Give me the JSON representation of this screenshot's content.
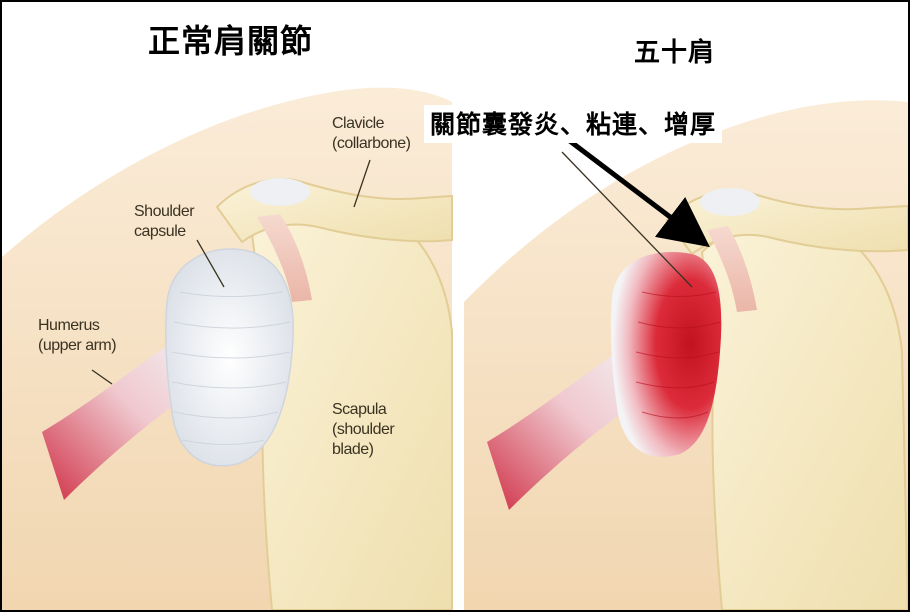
{
  "titles": {
    "normal_shoulder": "正常肩關節",
    "frozen_shoulder": "五十肩",
    "capsule_pathology": "關節囊發炎、粘連、增厚"
  },
  "labels": {
    "clavicle": [
      "Clavicle",
      "(collarbone)"
    ],
    "shoulder_capsule": [
      "Shoulder",
      "capsule"
    ],
    "humerus": [
      "Humerus",
      "(upper arm)"
    ],
    "scapula": [
      "Scapula",
      "(shoulder",
      "blade)"
    ]
  },
  "colors": {
    "skin": "#f5dfc0",
    "bone": "#f7ecc6",
    "bone_outline": "#e2cd96",
    "capsule_normal": "#eef1f5",
    "capsule_inflamed": "#d8202e",
    "muscle": "#d94a5a",
    "arrow": "#000000",
    "frame": "#000000"
  }
}
